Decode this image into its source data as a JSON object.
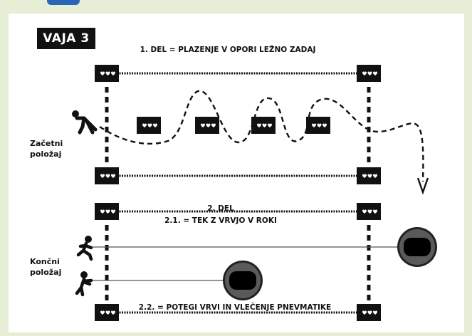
{
  "title": "VAJA 3",
  "part1": {
    "label": "1. DEL = PLAZENJE V OPORI LEŽNO ZADAJ"
  },
  "part2": {
    "heading": "2. DEL",
    "sub1": "2.1. = TEK Z VRVJO V ROKI",
    "sub2": "2.2. = POTEGI VRVI IN VLEČENJE PNEVMATIKE"
  },
  "labels": {
    "start_line1": "Začetni",
    "start_line2": "položaj",
    "end_line1": "Končni",
    "end_line2": "položaj"
  },
  "colors": {
    "background": "#e6efd6",
    "panel": "#ffffff",
    "ink": "#111111",
    "accent": "#2a66b8"
  }
}
